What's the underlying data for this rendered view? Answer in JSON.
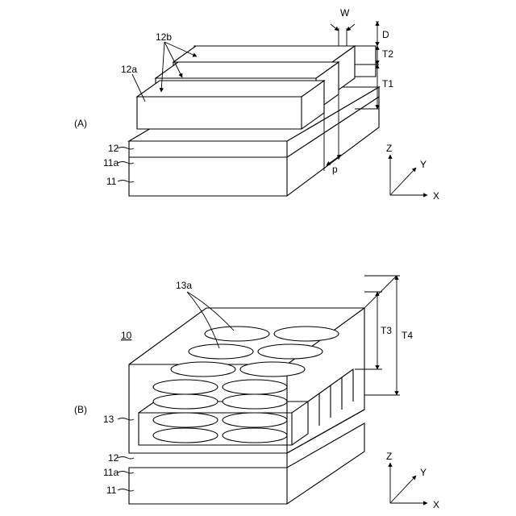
{
  "figure": {
    "panel_a": {
      "panel_label": "(A)",
      "labels": {
        "w": "W",
        "d": "D",
        "t2": "T2",
        "t1": "T1",
        "p": "p",
        "l12a": "12a",
        "l12b": "12b",
        "l12": "12",
        "l11a": "11a",
        "l11": "11"
      },
      "axes": {
        "z": "Z",
        "y": "Y",
        "x": "X"
      }
    },
    "panel_b": {
      "panel_label": "(B)",
      "device_number": "10",
      "labels": {
        "l13a": "13a",
        "t3": "T3",
        "t4": "T4",
        "l13": "13",
        "l12": "12",
        "l11a": "11a",
        "l11": "11"
      },
      "axes": {
        "z": "Z",
        "y": "Y",
        "x": "X"
      }
    }
  }
}
